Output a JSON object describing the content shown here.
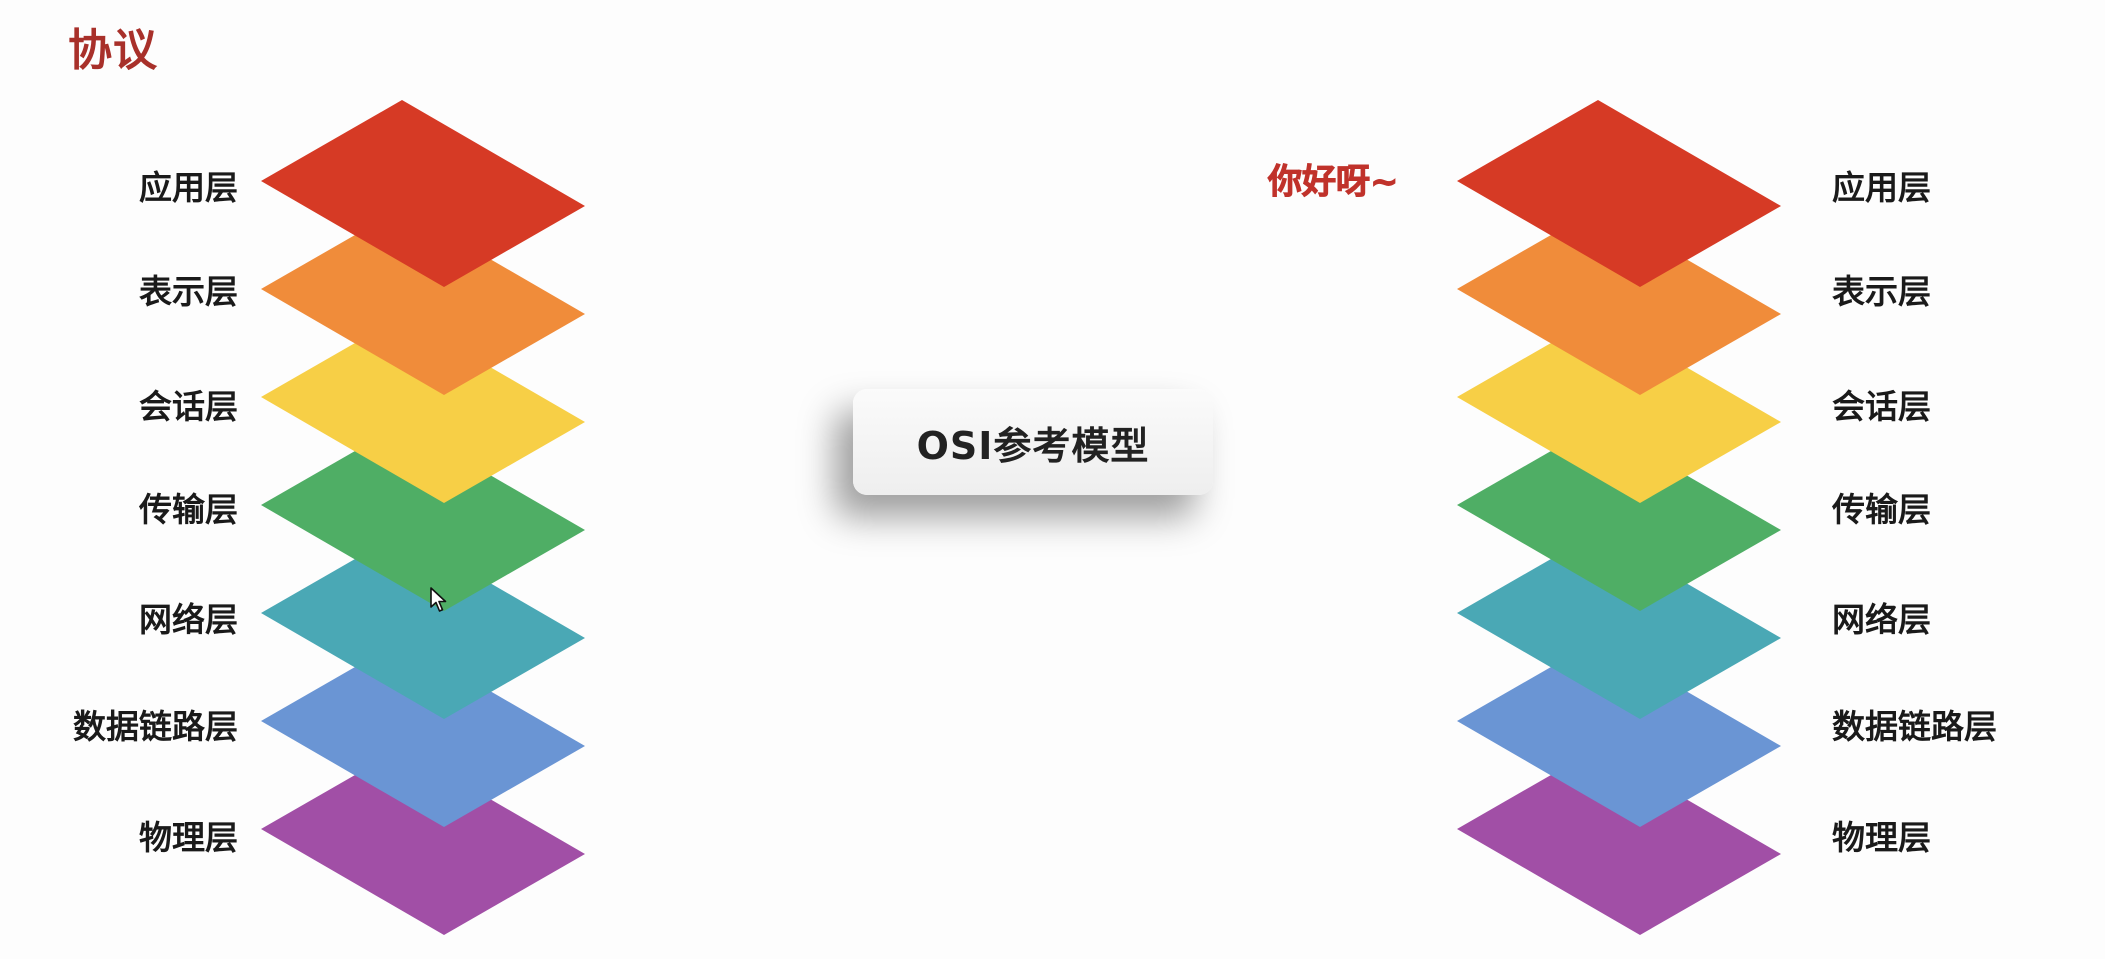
{
  "title": "协议",
  "center_card": {
    "label": "OSI参考模型"
  },
  "greeting": "你好呀~",
  "left_stack": {
    "layers": [
      {
        "label": "应用层",
        "color": "#d63a25"
      },
      {
        "label": "表示层",
        "color": "#f08c3a"
      },
      {
        "label": "会话层",
        "color": "#f7cf46"
      },
      {
        "label": "传输层",
        "color": "#4fae65"
      },
      {
        "label": "网络层",
        "color": "#4aa8b5"
      },
      {
        "label": "数据链路层",
        "color": "#6a95d4"
      },
      {
        "label": "物理层",
        "color": "#a14fa6"
      }
    ]
  },
  "right_stack": {
    "layers": [
      {
        "label": "应用层",
        "color": "#d63a25"
      },
      {
        "label": "表示层",
        "color": "#f08c3a"
      },
      {
        "label": "会话层",
        "color": "#f7cf46"
      },
      {
        "label": "传输层",
        "color": "#4fae65"
      },
      {
        "label": "网络层",
        "color": "#4aa8b5"
      },
      {
        "label": "数据链路层",
        "color": "#6a95d4"
      },
      {
        "label": "物理层",
        "color": "#a14fa6"
      }
    ]
  }
}
